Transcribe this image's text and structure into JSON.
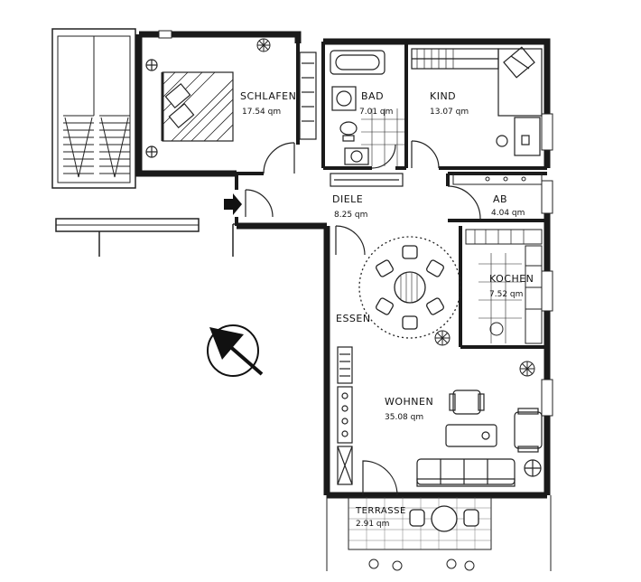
{
  "rooms": {
    "schlafen": {
      "name": "SCHLAFEN",
      "area": "17.54 qm"
    },
    "bad": {
      "name": "BAD",
      "area": "7.01 qm"
    },
    "kind": {
      "name": "KIND",
      "area": "13.07 qm"
    },
    "diele": {
      "name": "DIELE",
      "area": "8.25 qm"
    },
    "ab": {
      "name": "AB",
      "area": "4.04 qm"
    },
    "kochen": {
      "name": "KOCHEN",
      "area": "7.52 qm"
    },
    "essen": {
      "name": "ESSEN"
    },
    "wohnen": {
      "name": "WOHNEN",
      "area": "35.08 qm"
    },
    "terrasse": {
      "name": "TERRASSE",
      "area": "2.91 qm"
    }
  },
  "colors": {
    "wall": "#1a1a1a",
    "line": "#222222",
    "paper": "#ffffff"
  },
  "icons": [
    "north-arrow-icon",
    "entrance-arrow-icon",
    "plant-icon"
  ]
}
